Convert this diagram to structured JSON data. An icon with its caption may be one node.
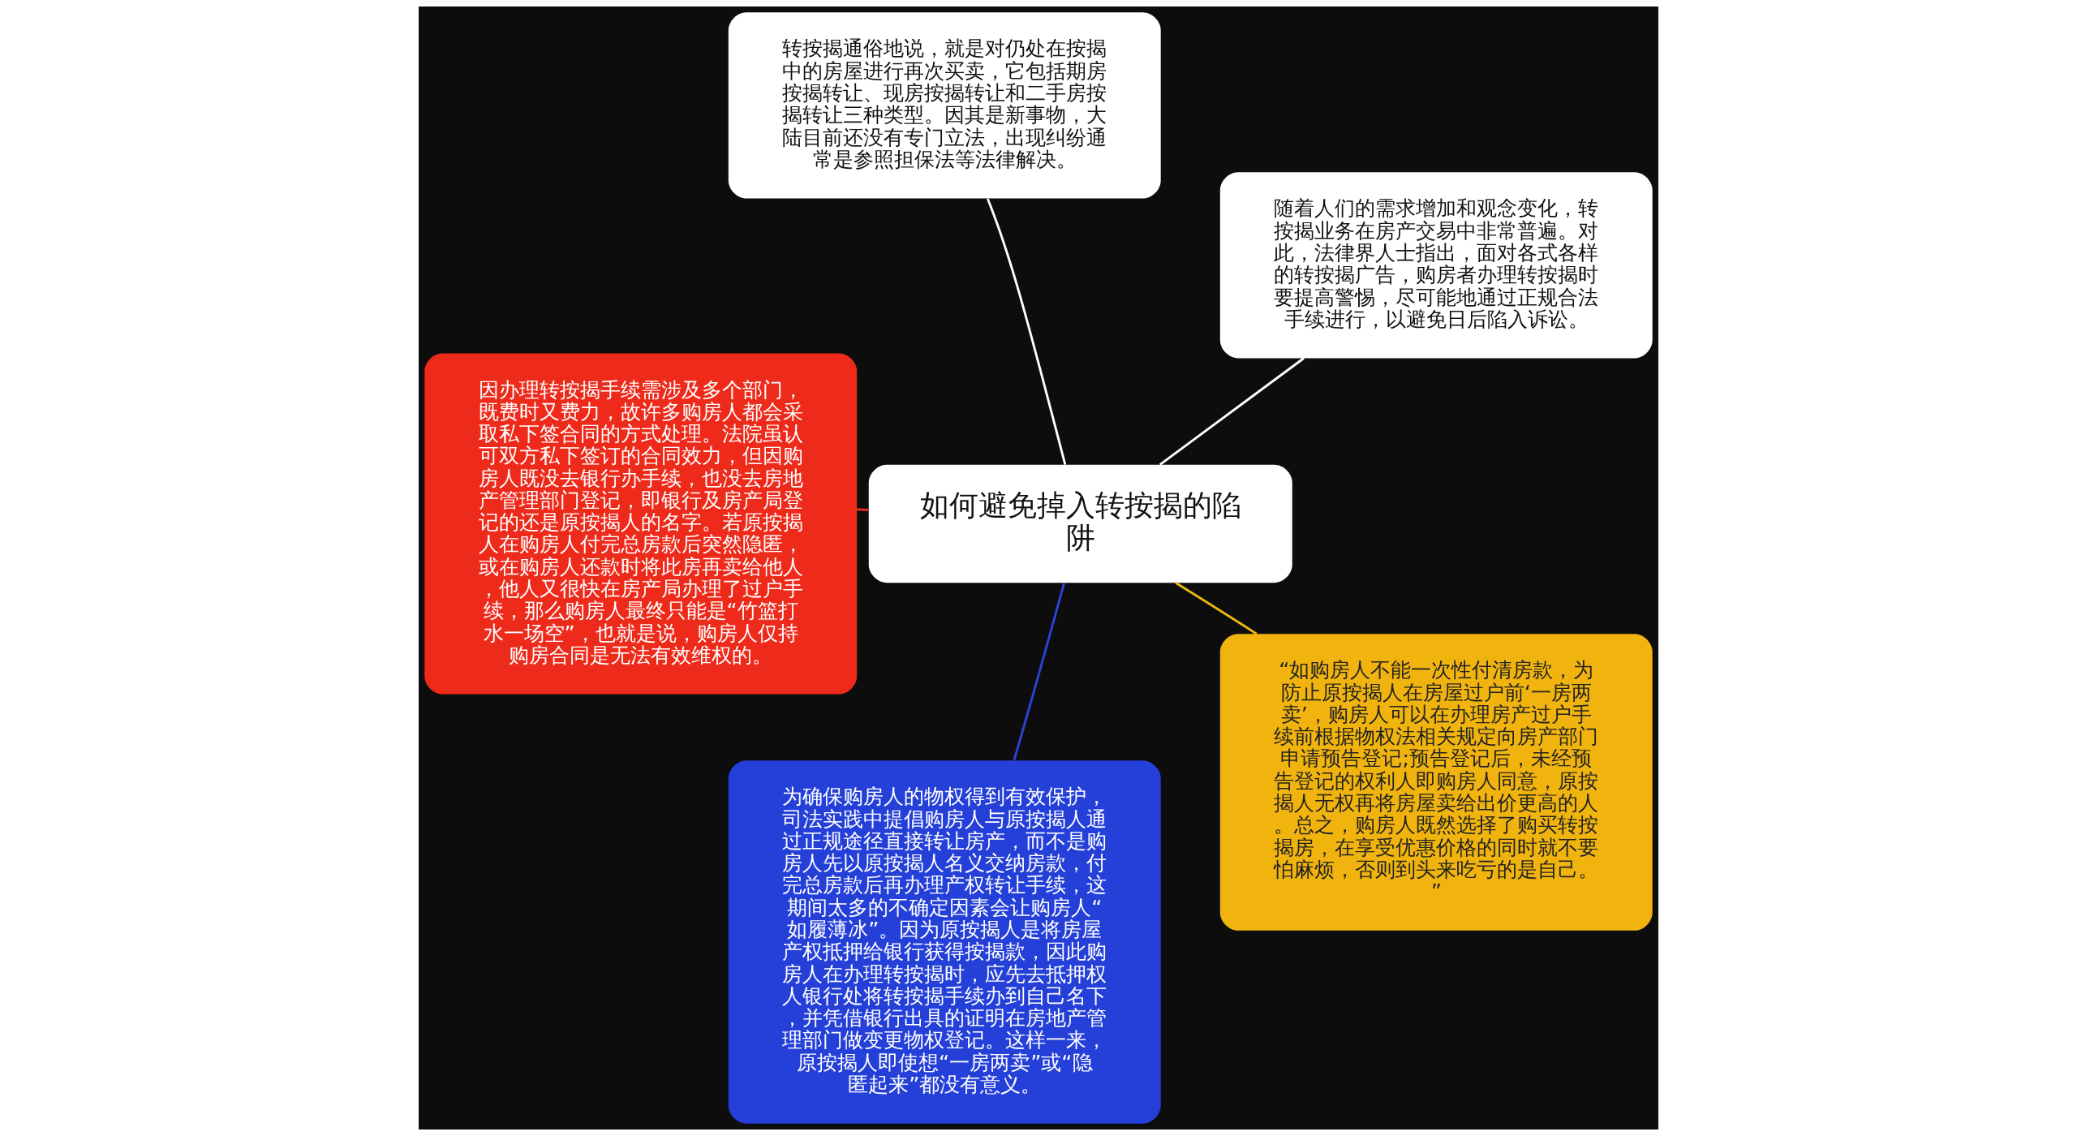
{
  "diagram": {
    "nodes": [
      {
        "text": [
          "如何避免掉入转按揭的陷阱"
        ]
      },
      {
        "text": [
          "随着人们的需求增加和观念变化，转按揭业务在房产交易中非常普遍。对此，法律界人士指出，面对各式各样的转按揭广告，购房者办理转按揭时要提高警惕，尽可能地通过正规合法手续进行，以避免日后陷入诉讼。"
        ]
      },
      {
        "text": [
          "转按揭通俗地说，就是对仍处在按揭中的房屋进行再次买卖，它包括期房按揭转让、现房按揭转让和二手房按揭转让三种类型。因其是新事物，大陆目前还没有专门立法，出现纠纷通常是参照担保法等法律解决。"
        ]
      },
      {
        "text": [
          "因办理转按揭手续需涉及多个部门，既费时又费力，故许多购房人都会采取私下签合同的方式处理。法院虽认可双方私下签订的合同效力，但因购房人既没去银行办手续，也没去房地产管理部门登记，即银行及房产局登记的还是原按揭人的名字。若原按揭人在购房人付完总房款后突然隐匿，或在购房人还款时将此房再卖给他人，他人又很快在房产局办理了过户手续，那么购房人最终只能是“竹篮打水一场空”，也就是说，购房人仅持购房合同是无法有效维权的。"
        ]
      },
      {
        "text": [
          "为确保购房人的物权得到有效保护，司法实践中提倡购房人与原按揭人通过正规途径直接转让房产，而不是购房人先以原按揭人名义交纳房款，付完总房款后再办理产权转让手续，这期间太多的不确定因素会让购房人“如履薄冰”。因为原按揭人是将房屋产权抵押给银行获得按揭款，因此购房人在办理转按揭时，应先去抵押权人银行处将转按揭手续办到自己名下，并凭借银行出具的证明在房地产管理部门做变更物权登记。这样一来，原按揭人即使想“一房两卖”或“隐匿起来”都没有意义。"
        ]
      },
      {
        "text": [
          "“如购房人不能一次性付清房款，为防止原按揭人在房屋过户前‘一房两卖’，购房人可以在办理房产过户手续前根据物权法相关规定向房产部门申请预告登记;预告登记后，未经预告登记的权利人即购房人同意，原按揭人无权再将房屋卖给出价更高的人。总之，购房人既然选择了购买转按揭房，在享受优惠价格的同时就不要怕麻烦，否则到头来吃亏的是自己。”"
        ]
      }
    ],
    "edges": [
      {
        "from": 0,
        "to": 1,
        "arrow": "none",
        "color": "#ffffff"
      },
      {
        "from": 0,
        "to": 2,
        "arrow": "none",
        "color": "#ffffff"
      },
      {
        "from": 0,
        "to": 3,
        "arrow": "none",
        "color": "#e8301c"
      },
      {
        "from": 0,
        "to": 4,
        "arrow": "none",
        "color": "#2a44d8"
      },
      {
        "from": 0,
        "to": 5,
        "arrow": "none",
        "color": "#f0b50f"
      }
    ]
  }
}
